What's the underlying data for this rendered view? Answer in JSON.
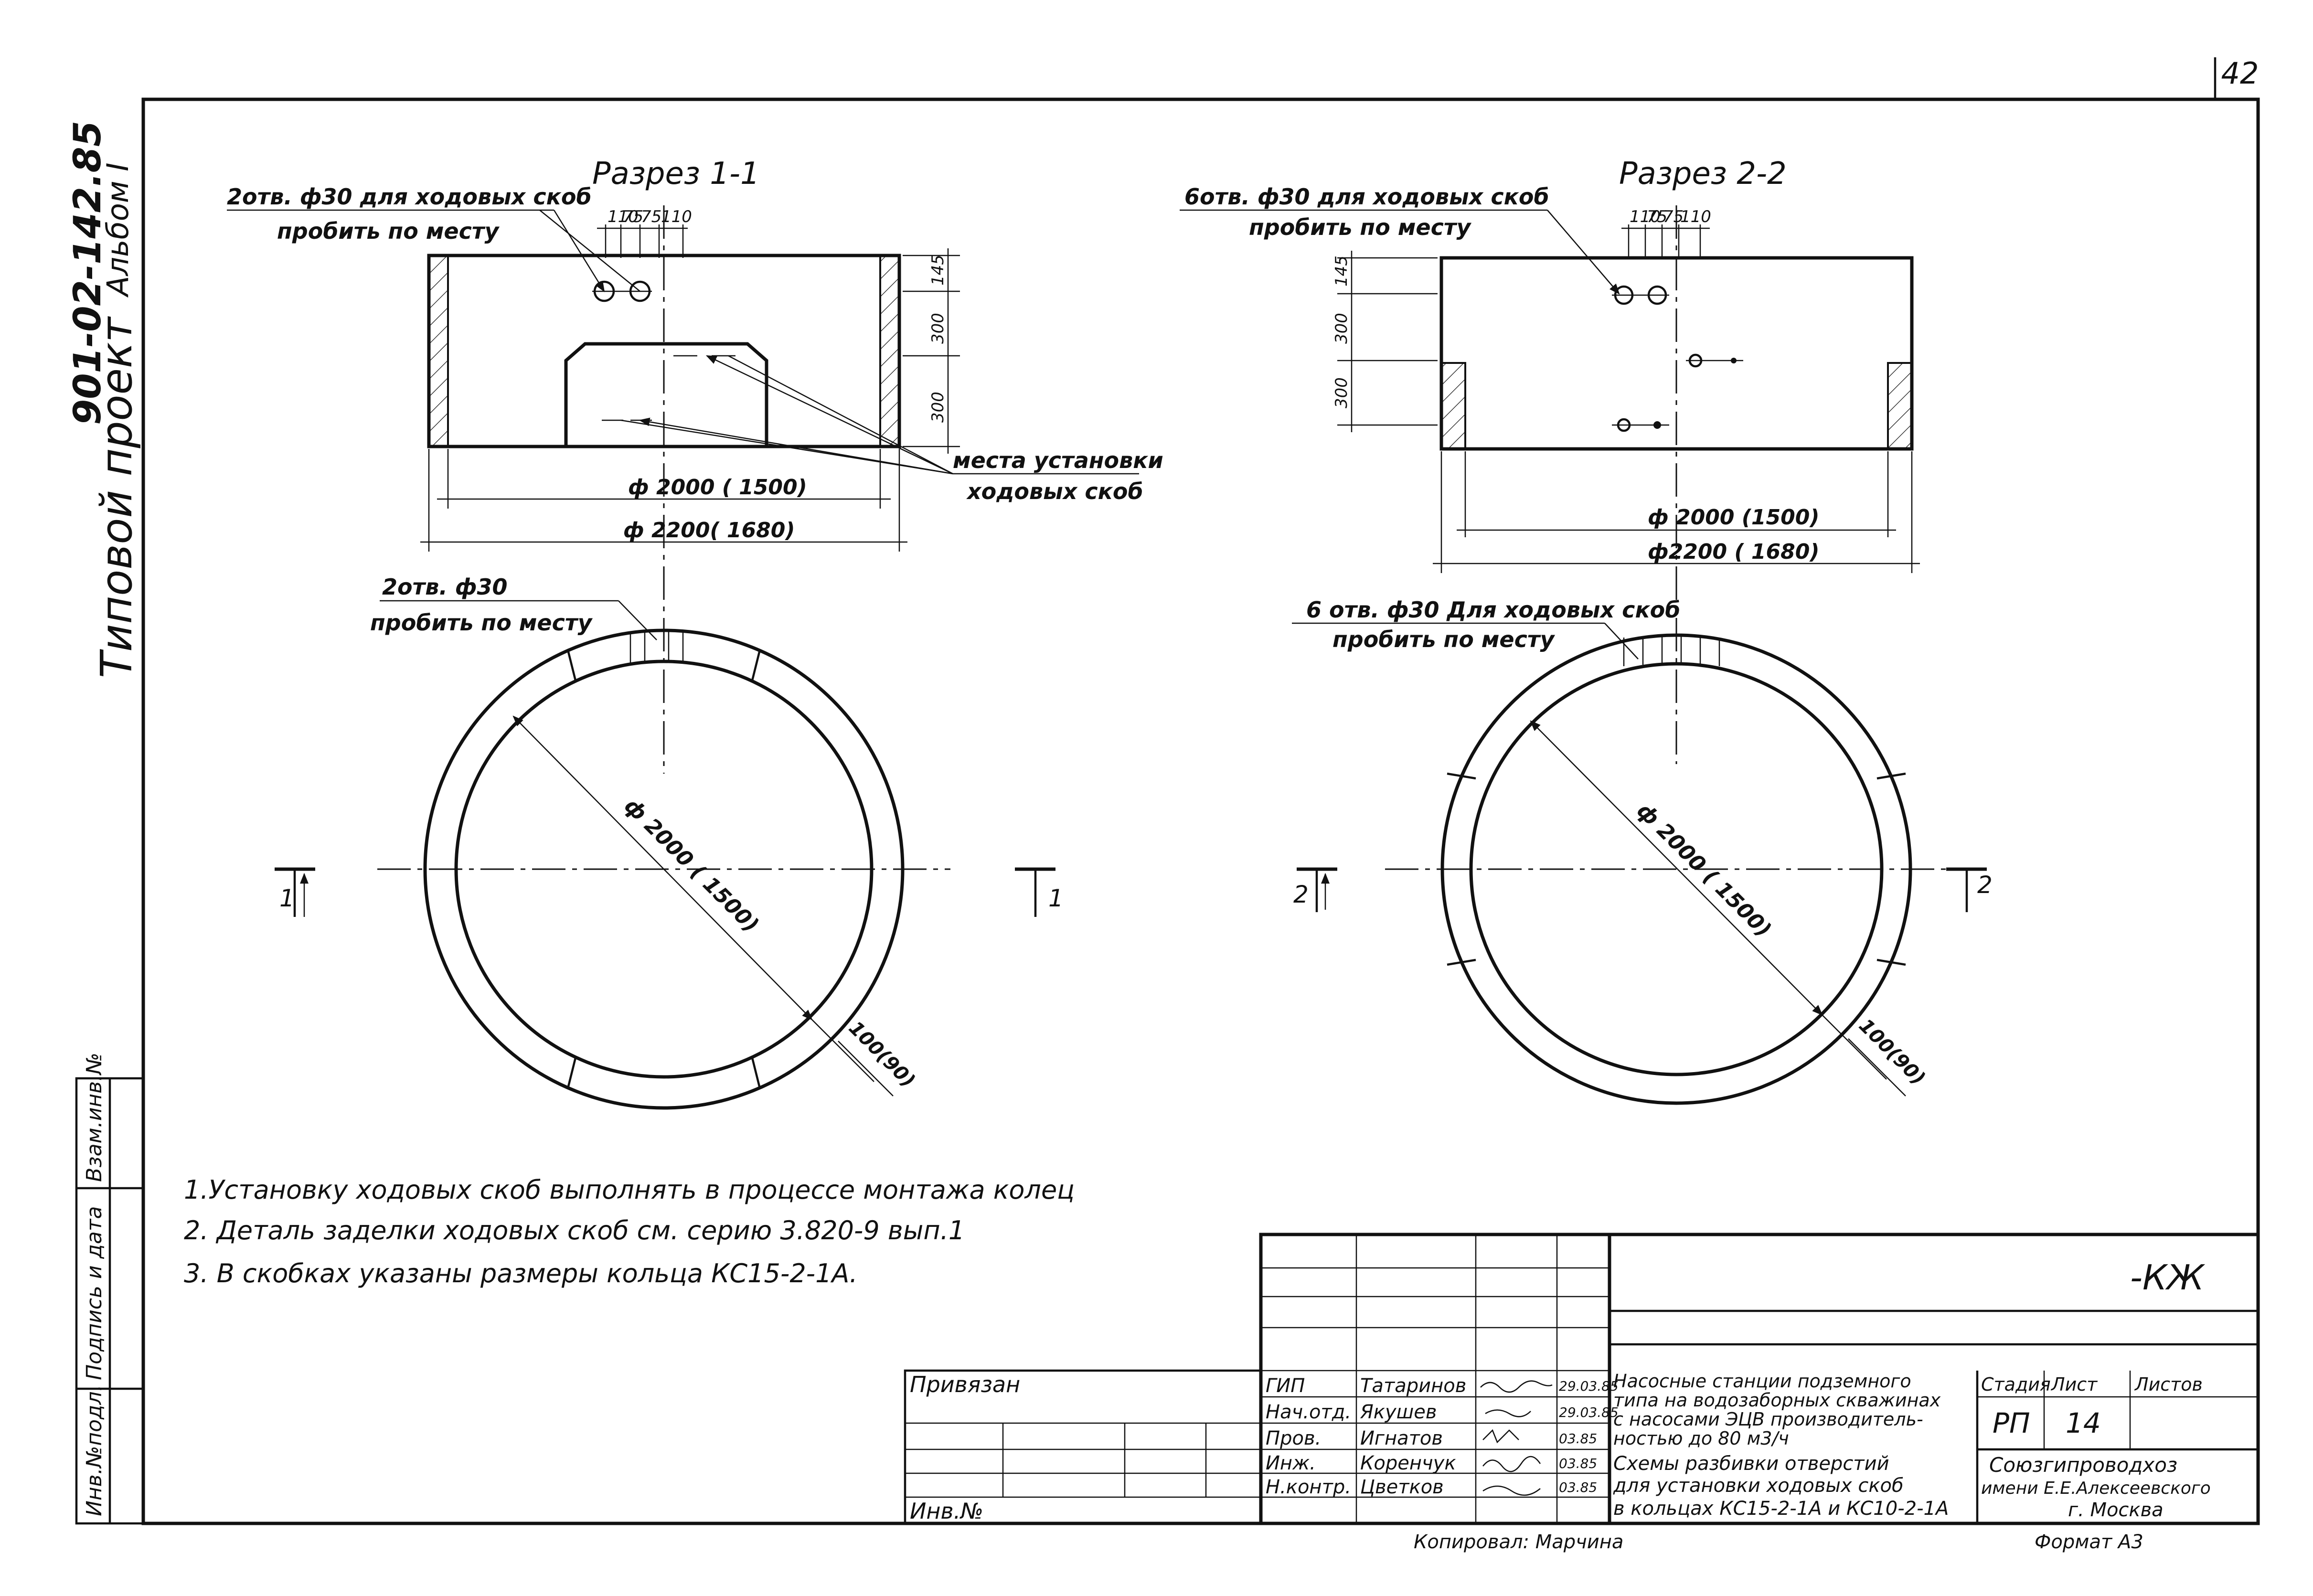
{
  "sheet": {
    "page_number": "42",
    "side_code": "901-02-142.85",
    "side_project": "Типовой проект",
    "side_album": "Альбом I",
    "stamp_labels": [
      "Инв.№подл.",
      "Подпись и дата",
      "Взам.инв.№"
    ]
  },
  "section_1": {
    "title": "Разрез 1-1",
    "note_holes": "2отв. ф30 для ходовых скоб",
    "note_punch": "пробить по месту",
    "dim_top": [
      "110",
      "75",
      "75",
      "110"
    ],
    "dim_right": [
      "145",
      "300",
      "300"
    ],
    "dim_inner": "ф 2000 ( 1500)",
    "dim_outer": "ф 2200( 1680)"
  },
  "section_2": {
    "title": "Разрез 2-2",
    "note_holes": "6отв. ф30 для ходовых скоб",
    "note_punch": "пробить по месту",
    "dim_top": [
      "110",
      "75",
      "75",
      "110"
    ],
    "dim_left": [
      "145",
      "300",
      "300"
    ],
    "dim_inner": "ф 2000 (1500)",
    "dim_outer": "ф2200 ( 1680)"
  },
  "callout_places": [
    "места установки",
    "ходовых скоб"
  ],
  "plan_1": {
    "note_holes": "2отв. ф30",
    "note_punch": "пробить по месту",
    "diameter": "ф 2000 ( 1500)",
    "wall": "100(90)",
    "cut_left": "1",
    "cut_right": "1"
  },
  "plan_2": {
    "note_holes": "6 отв. ф30 Для ходовых скоб",
    "note_punch": "пробить по месту",
    "diameter": "ф 2000 ( 1500)",
    "wall": "100(90)",
    "cut_left": "2",
    "cut_right": "2"
  },
  "notes": [
    "1.Установку ходовых скоб выполнять в процессе монтажа колец",
    "2. Деталь заделки ходовых скоб см. серию 3.820-9 вып.1",
    "3. В скобках указаны размеры кольца КС15-2-1А."
  ],
  "title_block": {
    "doc_code": "-КЖ",
    "privyazan": "Привязан",
    "inv_no": "Инв.№",
    "roles": [
      "ГИП",
      "Нач.отд.",
      "Пров.",
      "Инж.",
      "Н.контр."
    ],
    "names": [
      "Татаринов",
      "Якушев",
      "Игнатов",
      "Коренчук",
      "Цветков"
    ],
    "dates": [
      "29.03.85",
      "29.03.85",
      "03.85",
      "03.85",
      "03.85"
    ],
    "project_name": [
      "Насосные станции подземного",
      "типа на водозаборных скважинах",
      "с насосами ЭЦВ производитель-",
      "ностью до 80 м3/ч"
    ],
    "sheet_name": [
      "Схемы разбивки отверстий",
      "для установки ходовых скоб",
      "в кольцах КС15-2-1А и КС10-2-1А"
    ],
    "stage_label": "Стадия",
    "sheet_label": "Лист",
    "sheets_label": "Листов",
    "stage_value": "РП",
    "sheet_value": "14",
    "org": [
      "Союзгипроводхоз",
      "имени Е.Е.Алексеевского",
      "г. Москва"
    ],
    "copied_by": "Копировал: Марчина",
    "format": "Формат А3"
  }
}
